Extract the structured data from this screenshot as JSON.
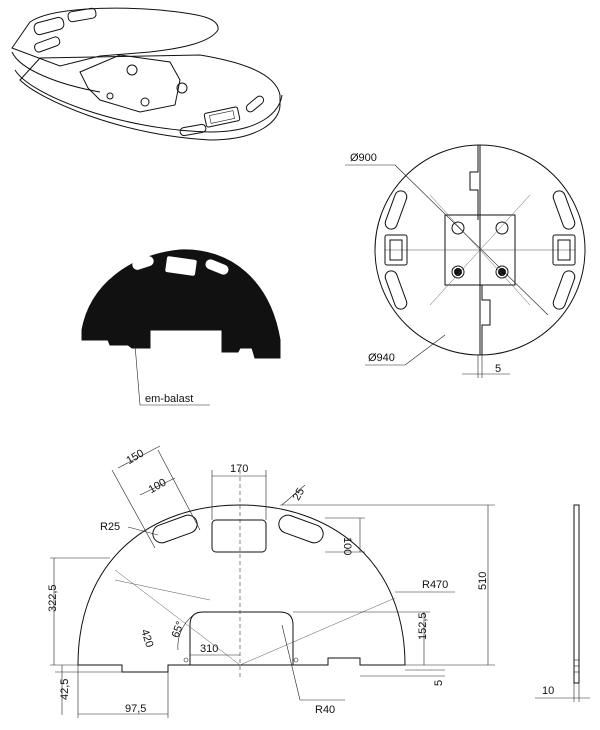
{
  "top_view": {
    "diameter_outer": "Ø900",
    "diameter_inner": "Ø940",
    "gap": "5"
  },
  "side_view": {
    "callout": "em-balast"
  },
  "dimensions": {
    "width_slot_outer": "150",
    "width_slot_inner": "100",
    "top_cutout_width": "170",
    "slot_width_small": "25",
    "slot_radius": "R25",
    "slot_height": "100",
    "outer_radius": "R470",
    "total_height": "510",
    "left_height": "322,5",
    "diag_420": "420",
    "angle": "65°",
    "bottom_cutout": "310",
    "cutout_height": "152,5",
    "foot_height": "42,5",
    "foot_width": "97,5",
    "corner_radius": "R40",
    "base_gap": "5",
    "thickness": "10"
  }
}
